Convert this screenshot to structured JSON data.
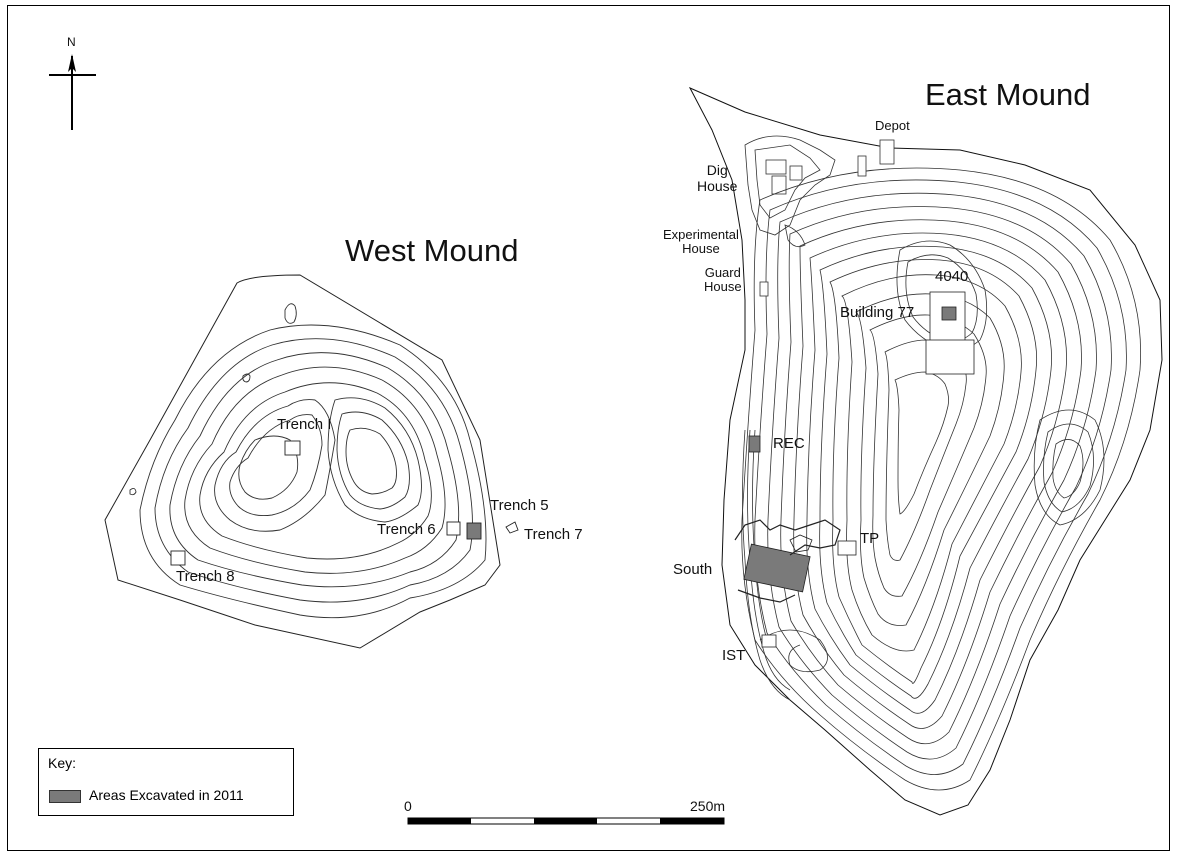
{
  "north_label": "N",
  "mounds": {
    "west_title": "West Mound",
    "east_title": "East Mound"
  },
  "west_labels": {
    "trench1": "Trench I",
    "trench5": "Trench 5",
    "trench6": "Trench 6",
    "trench7": "Trench 7",
    "trench8": "Trench 8"
  },
  "east_labels": {
    "depot": "Depot",
    "dig_house": "Dig\nHouse",
    "experimental_house": "Experimental\nHouse",
    "guard_house": "Guard\nHouse",
    "area_4040": "4040",
    "building_77": "Building 77",
    "rec": "REC",
    "tp": "TP",
    "south": "South",
    "ist": "IST"
  },
  "key": {
    "title": "Key:",
    "item": "Areas Excavated in 2011",
    "item_color": "#7a7a7a"
  },
  "scale_bar": {
    "start_label": "0",
    "end_label": "250m"
  }
}
